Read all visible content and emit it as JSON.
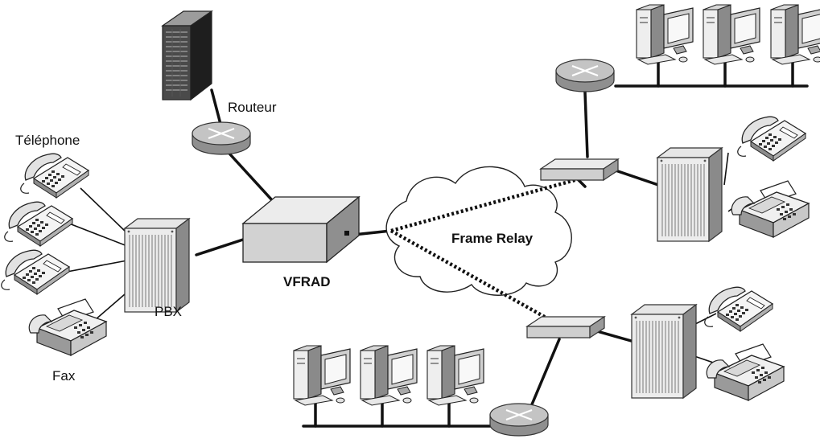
{
  "labels": {
    "routeur": "Routeur",
    "telephone": "Téléphone",
    "pbx": "PBX",
    "fax": "Fax",
    "vfrad": "VFRAD",
    "frame_relay": "Frame Relay"
  }
}
